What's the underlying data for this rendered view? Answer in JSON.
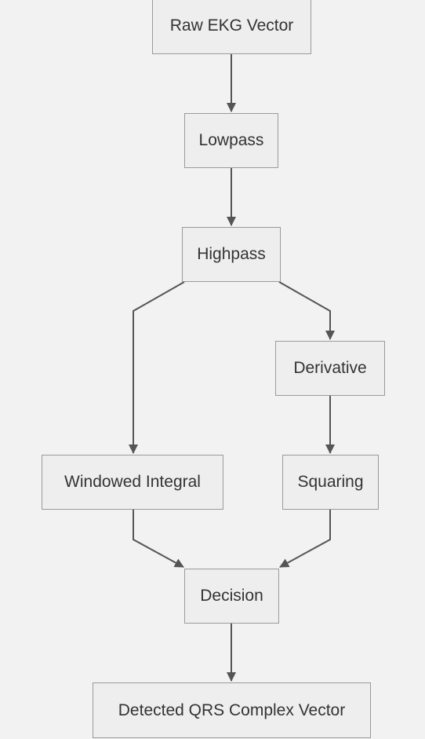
{
  "nodes": {
    "raw": "Raw EKG Vector",
    "lowpass": "Lowpass",
    "highpass": "Highpass",
    "derivative": "Derivative",
    "windowed_integral": "Windowed Integral",
    "squaring": "Squaring",
    "decision": "Decision",
    "detected": "Detected QRS Complex Vector"
  },
  "edges": [
    {
      "from": "raw",
      "to": "lowpass"
    },
    {
      "from": "lowpass",
      "to": "highpass"
    },
    {
      "from": "highpass",
      "to": "windowed_integral"
    },
    {
      "from": "highpass",
      "to": "derivative"
    },
    {
      "from": "derivative",
      "to": "squaring"
    },
    {
      "from": "windowed_integral",
      "to": "decision"
    },
    {
      "from": "squaring",
      "to": "decision"
    },
    {
      "from": "decision",
      "to": "detected"
    }
  ],
  "colors": {
    "background": "#f2f2f2",
    "node_fill": "#eeeeee",
    "node_border": "#9a9a9a",
    "edge": "#555555",
    "text": "#333333"
  }
}
